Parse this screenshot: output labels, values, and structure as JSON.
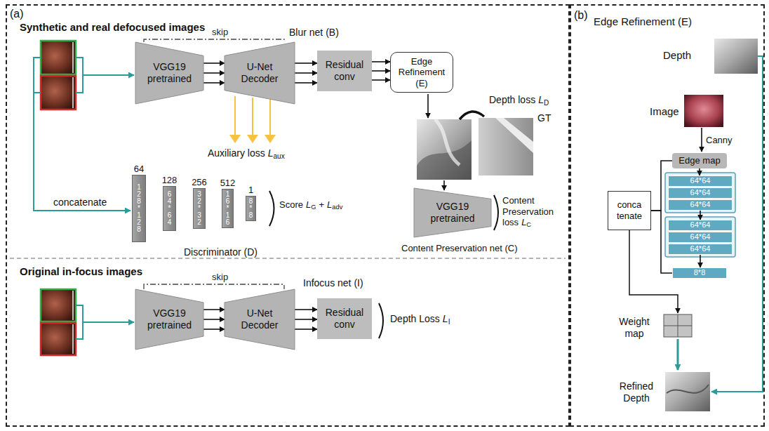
{
  "diagram": {
    "nodes": [
      {
        "text": [
          "(a)"
        ]
      },
      {
        "text": [
          "VGG19 pretrained"
        ],
        "in": 0
      },
      {
        "text": [
          "U-Net Decoder"
        ],
        "in": 0
      },
      {
        "text": [
          "Residual conv"
        ],
        "in": 0
      },
      {
        "text": [
          "Edge Refinement (E)"
        ],
        "in": 0
      },
      {
        "text": [
          "64",
          "128*128"
        ],
        "in": 0
      },
      {
        "text": [
          "128",
          "64*64"
        ],
        "in": 0
      },
      {
        "text": [
          "256",
          "32*32"
        ],
        "in": 0
      },
      {
        "text": [
          "512",
          "16*16"
        ],
        "in": 0
      },
      {
        "text": [
          "1",
          "8*8"
        ],
        "in": 0
      },
      {
        "text": [
          "VGG19 pretrained"
        ],
        "in": 0
      },
      {
        "text": [
          "VGG19 pretrained"
        ],
        "in": 0
      },
      {
        "text": [
          "U-Net Decoder"
        ],
        "in": 0
      },
      {
        "text": [
          "Residual conv"
        ],
        "in": 0
      },
      {
        "text": [
          "(b)",
          "Edge Refinement (E)"
        ]
      },
      {
        "text": [
          "Edge map"
        ],
        "in": 14
      },
      {
        "text": [
          "64*64"
        ],
        "in": 14
      },
      {
        "text": [
          "64*64"
        ],
        "in": 14
      },
      {
        "text": [
          "64*64"
        ],
        "in": 14
      },
      {
        "text": [
          "64*64"
        ],
        "in": 14
      },
      {
        "text": [
          "64*64"
        ],
        "in": 14
      },
      {
        "text": [
          "64*64"
        ],
        "in": 14
      },
      {
        "text": [
          "8*8"
        ],
        "in": 14
      },
      {
        "text": [
          "conca tenate"
        ],
        "in": 14
      }
    ],
    "edges": [
      {
        "from": 1,
        "to": 2,
        "arrow": "to"
      },
      {
        "from": 1,
        "to": 2,
        "arrow": "to"
      },
      {
        "from": 1,
        "to": 2,
        "arrow": "to"
      },
      {
        "from": 1,
        "to": 2,
        "label": "skip",
        "arrow": "none"
      },
      {
        "from": 2,
        "to": 3,
        "arrow": "to"
      },
      {
        "from": 2,
        "to": 3,
        "arrow": "to"
      },
      {
        "from": 2,
        "to": 3,
        "arrow": "to"
      },
      {
        "from": 3,
        "to": 4,
        "arrow": "to"
      },
      {
        "from": 3,
        "to": 4,
        "arrow": "to"
      },
      {
        "from": 3,
        "to": 4,
        "arrow": "to"
      },
      {
        "from": 11,
        "to": 12,
        "label": "skip",
        "arrow": "none"
      },
      {
        "from": 11,
        "to": 12,
        "arrow": "to"
      },
      {
        "from": 11,
        "to": 12,
        "arrow": "to"
      },
      {
        "from": 11,
        "to": 12,
        "arrow": "to"
      },
      {
        "from": 12,
        "to": 13,
        "arrow": "to"
      },
      {
        "from": 12,
        "to": 13,
        "arrow": "to"
      },
      {
        "from": 12,
        "to": 13,
        "arrow": "to"
      },
      {
        "from": 15,
        "to": 16,
        "arrow": "to"
      },
      {
        "from": 18,
        "to": 19,
        "arrow": "to"
      },
      {
        "from": 21,
        "to": 22,
        "arrow": "to"
      },
      {
        "from": 15,
        "to": 23,
        "arrow": "none"
      },
      {
        "from": 22,
        "to": 23,
        "arrow": "none"
      }
    ],
    "labels": [
      "Synthetic and real defocused images",
      "Blur net (B)",
      "Depth loss",
      "L",
      "D",
      "GT",
      "Auxiliary loss",
      "L",
      "aux",
      "concatenate",
      "Score",
      "L",
      "G",
      "+",
      "L",
      "adv",
      "Discriminator (D)",
      "Content Preservation loss",
      "L",
      "C",
      "Content Preservation net (C)",
      "Original in-focus images",
      "Infocus net (I)",
      "Depth Loss",
      "L",
      "I",
      "Depth",
      "Image",
      "Canny",
      "Weight map",
      "Refined Depth"
    ]
  }
}
